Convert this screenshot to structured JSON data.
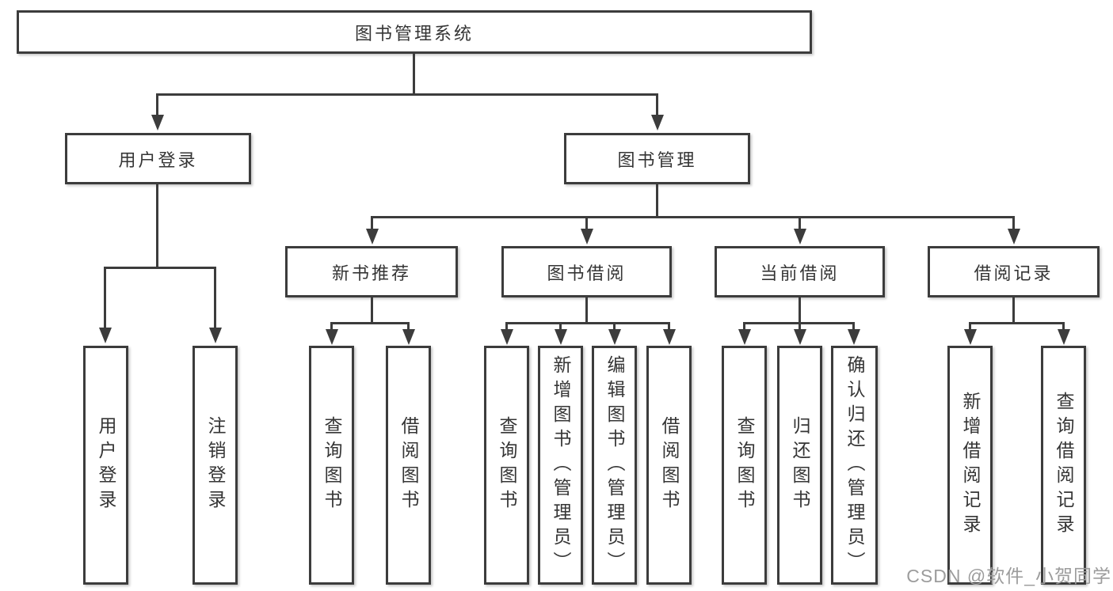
{
  "diagram": {
    "root": {
      "label": "图书管理系统"
    },
    "branches": [
      {
        "label": "用户登录",
        "children": [
          {
            "label": "用户登录"
          },
          {
            "label": "注销登录"
          }
        ]
      },
      {
        "label": "图书管理",
        "children": [
          {
            "label": "新书推荐",
            "children": [
              {
                "label": "查询图书"
              },
              {
                "label": "借阅图书"
              }
            ]
          },
          {
            "label": "图书借阅",
            "children": [
              {
                "label": "查询图书"
              },
              {
                "label": "新增图书（管理员）"
              },
              {
                "label": "编辑图书（管理员）"
              },
              {
                "label": "借阅图书"
              }
            ]
          },
          {
            "label": "当前借阅",
            "children": [
              {
                "label": "查询图书"
              },
              {
                "label": "归还图书"
              },
              {
                "label": "确认归还（管理员）"
              }
            ]
          },
          {
            "label": "借阅记录",
            "children": [
              {
                "label": "新增借阅记录"
              },
              {
                "label": "查询借阅记录"
              }
            ]
          }
        ]
      }
    ],
    "watermark": "CSDN @软件_小贺同学",
    "colors": {
      "line": "#3c3c3c",
      "text": "#353535",
      "watermark": "#9c9c9c"
    }
  }
}
